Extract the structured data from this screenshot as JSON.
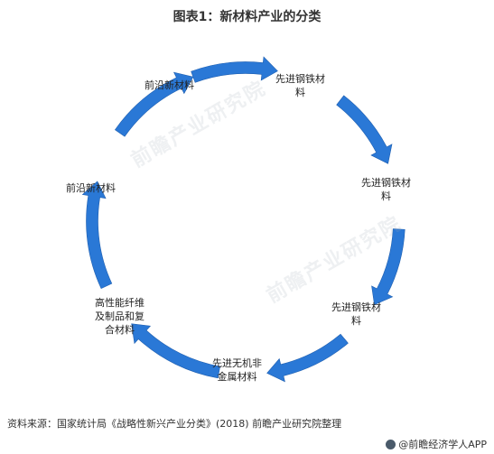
{
  "title": "图表1：新材料产业的分类",
  "nodes": [
    {
      "id": "top",
      "lines": [
        "前沿新材料"
      ]
    },
    {
      "id": "upper-right",
      "lines": [
        "先进钢铁材",
        "料"
      ]
    },
    {
      "id": "right",
      "lines": [
        "先进钢铁材",
        "料"
      ]
    },
    {
      "id": "lower-right",
      "lines": [
        "先进钢铁材",
        "料"
      ]
    },
    {
      "id": "bottom",
      "lines": [
        "先进无机非",
        "金属材料"
      ]
    },
    {
      "id": "lower-left",
      "lines": [
        "高性能纤维",
        "及制品和复",
        "合材料"
      ]
    },
    {
      "id": "left",
      "lines": [
        "前沿新材料"
      ]
    }
  ],
  "watermark": "前瞻产业研究院",
  "source": "资料来源：国家统计局《战略性新兴产业分类》(2018)  前瞻产业研究院整理",
  "footer": "@前瞻经济学人APP",
  "colors": {
    "arrow": "#2a78d6",
    "arrow_dark": "#1f5fb0"
  }
}
